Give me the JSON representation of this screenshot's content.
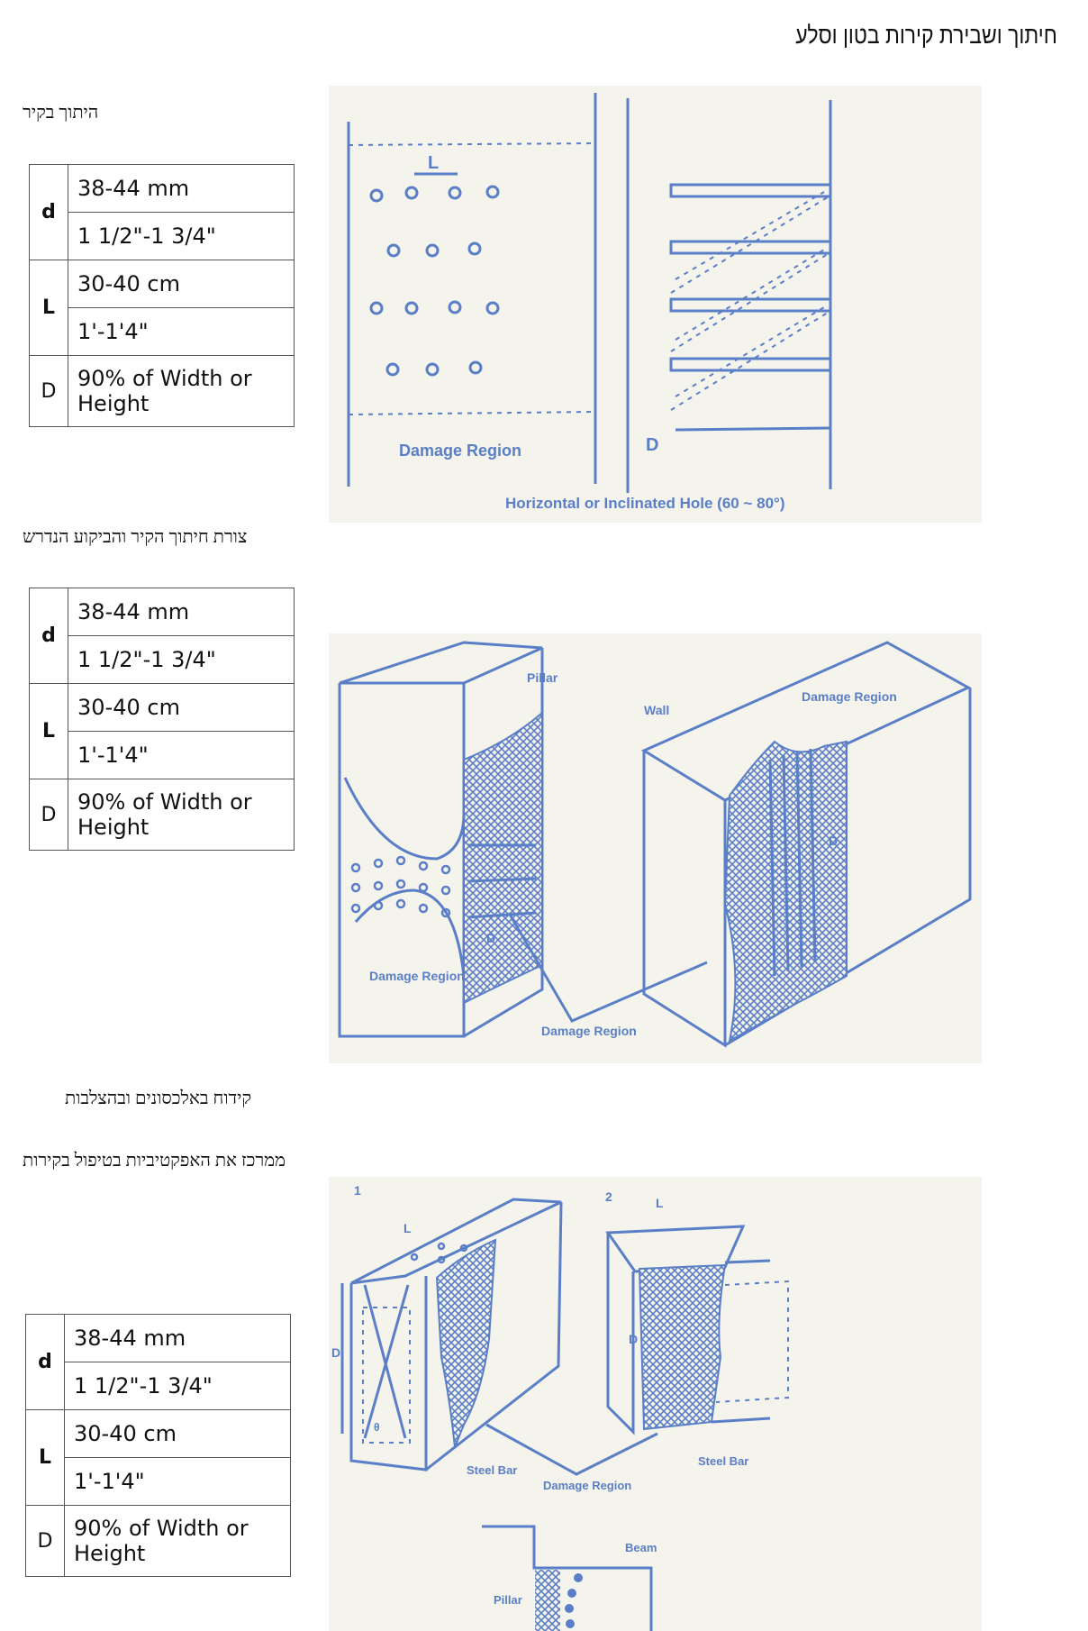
{
  "title": "חיתוך ושבירת קירות בטון וסלע",
  "labels": {
    "wall_cutting": "היתוך בקיר",
    "required_shape": "צורת חיתוך הקיר והביקוע הנדרש",
    "diagonal_drilling": "קידוח באלכסונים ובהצלבות",
    "effectiveness": "ממרכז את האפקטיביות בטיפול בקירות"
  },
  "tables": [
    {
      "rows": [
        {
          "group": "d",
          "values": [
            "38-44 mm",
            "1 1/2\"-1 3/4\""
          ]
        },
        {
          "group": "L",
          "values": [
            "30-40 cm",
            "1'-1'4\""
          ]
        },
        {
          "group": "D",
          "values": [
            "90% of Width or Height"
          ]
        }
      ]
    },
    {
      "rows": [
        {
          "group": "d",
          "values": [
            "38-44 mm",
            "1 1/2\"-1 3/4\""
          ]
        },
        {
          "group": "L",
          "values": [
            "30-40 cm",
            "1'-1'4\""
          ]
        },
        {
          "group": "D",
          "values": [
            "90% of Width or Height"
          ]
        }
      ]
    },
    {
      "rows": [
        {
          "group": "d",
          "values": [
            "38-44 mm",
            "1 1/2\"-1 3/4\""
          ]
        },
        {
          "group": "L",
          "values": [
            "30-40 cm",
            "1'-1'4\""
          ]
        },
        {
          "group": "D",
          "values": [
            "90% of Width or Height"
          ]
        }
      ]
    }
  ],
  "figures": {
    "fig1": {
      "L": "L",
      "damage_region": "Damage Region",
      "D": "D",
      "caption": "Horizontal or Inclinated Hole (60 ~ 80°)"
    },
    "fig2": {
      "pillar": "Pillar",
      "wall": "Wall",
      "damage_region_wall": "Damage Region",
      "D": "D",
      "D2": "D",
      "damage_region_pillar": "Damage Region",
      "damage_region_bottom": "Damage Region"
    },
    "fig3": {
      "n1": "1",
      "n2": "2",
      "L1": "L",
      "L2": "L",
      "D1": "D",
      "D2": "D",
      "theta": "θ",
      "steel_bar1": "Steel Bar",
      "steel_bar2": "Steel Bar",
      "damage_region": "Damage Region",
      "beam": "Beam",
      "pillar": "Pillar"
    }
  },
  "colors": {
    "diagram_blue": "#5b7fc7",
    "paper": "#f4f3ec"
  }
}
